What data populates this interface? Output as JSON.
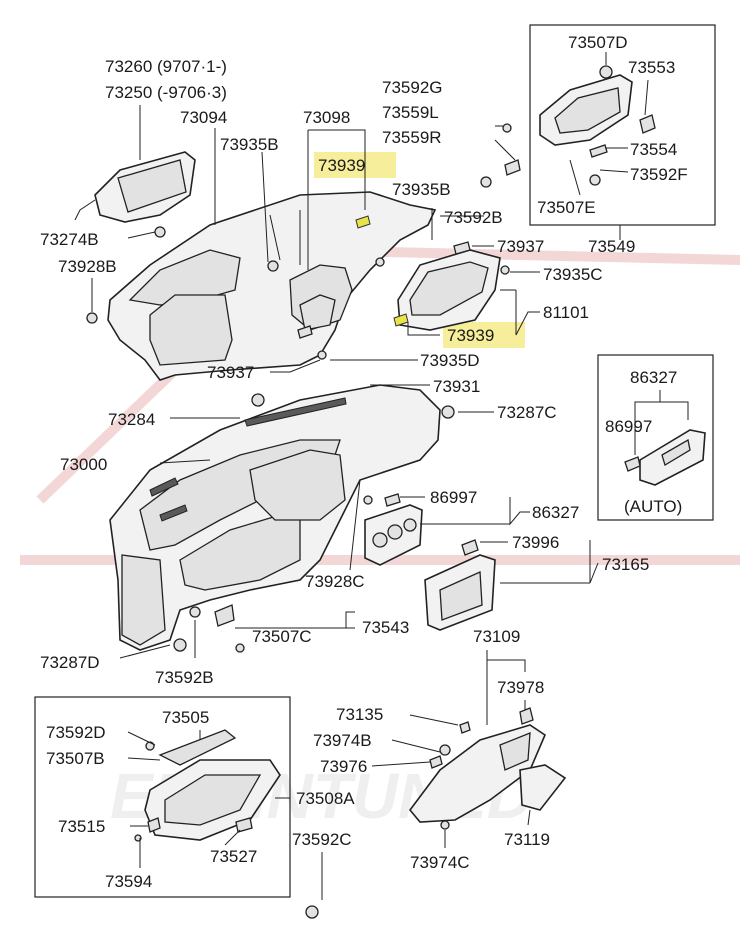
{
  "labels": {
    "l73260": "73260 (9707·1-)",
    "l73250": "73250 (-9706·3)",
    "l73094": "73094",
    "l73098": "73098",
    "l73935B_a": "73935B",
    "l73939_top": "73939",
    "l73935B_b": "73935B",
    "l73592B_a": "73592B",
    "l73274B": "73274B",
    "l73928B": "73928B",
    "l73937_a": "73937",
    "l73935C": "73935C",
    "l81101": "81101",
    "l73939_mid": "73939",
    "l73937_b": "73937",
    "l73935D": "73935D",
    "l73931": "73931",
    "l73284": "73284",
    "l73287C": "73287C",
    "l73000": "73000",
    "l86997_a": "86997",
    "l86327_a": "86327",
    "l73928C": "73928C",
    "l73996": "73996",
    "l73165": "73165",
    "l73543": "73543",
    "l73507C": "73507C",
    "l73287D": "73287D",
    "l73592B_b": "73592B",
    "l73592G": "73592G",
    "l73559L": "73559L",
    "l73559R": "73559R",
    "l73507D": "73507D",
    "l73553": "73553",
    "l73554": "73554",
    "l73592F": "73592F",
    "l73507E": "73507E",
    "l73549": "73549",
    "l86327_b": "86327",
    "l86997_b": "86997",
    "l_auto": "(AUTO)",
    "l73109": "73109",
    "l73978": "73978",
    "l73135": "73135",
    "l73974B": "73974B",
    "l73976": "73976",
    "l73119": "73119",
    "l73974C": "73974C",
    "l73592D": "73592D",
    "l73505": "73505",
    "l73507B": "73507B",
    "l73508A": "73508A",
    "l73515": "73515",
    "l73527": "73527",
    "l73594": "73594",
    "l73592C": "73592C"
  },
  "watermark": {
    "text": "ENGINTUNED"
  },
  "colors": {
    "highlight": "#f6ee9a",
    "clip": "#e8e34a",
    "watermark": "#f3d6d6"
  }
}
